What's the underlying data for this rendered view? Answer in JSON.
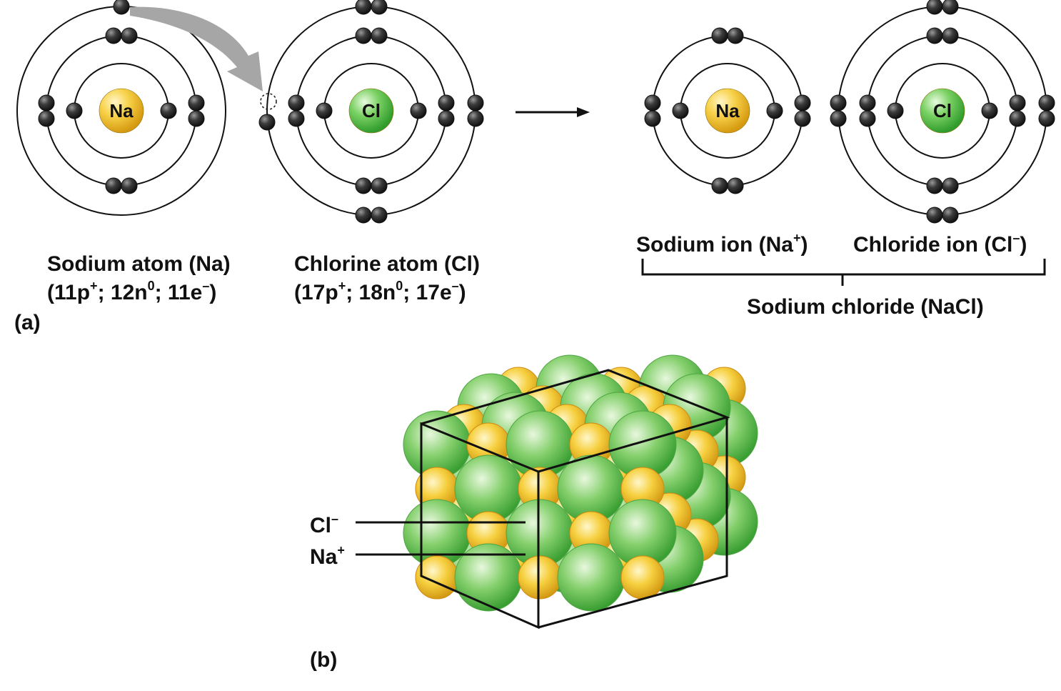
{
  "panel_a": {
    "label": "(a)",
    "sodium_atom": {
      "symbol": "Na",
      "name": "Sodium atom (Na)",
      "composition": {
        "protons": "11p",
        "neutrons": "; 12n",
        "electrons": "; 11e",
        "close": ")",
        "open": "("
      },
      "nucleus_color": "#f2c230",
      "shells": [
        2,
        8,
        1
      ]
    },
    "chlorine_atom": {
      "symbol": "Cl",
      "name": "Chlorine atom (Cl)",
      "composition": {
        "protons": "17p",
        "neutrons": "; 18n",
        "electrons": "; 17e",
        "close": ")",
        "open": "("
      },
      "nucleus_color": "#5ec24a",
      "shells": [
        2,
        8,
        7
      ]
    },
    "sodium_ion": {
      "symbol": "Na",
      "name_prefix": "Sodium ion (Na",
      "name_suffix": ")",
      "charge": "+"
    },
    "chloride_ion": {
      "symbol": "Cl",
      "name_prefix": "Chloride ion (Cl",
      "name_suffix": ")",
      "charge": "–"
    },
    "compound": "Sodium chloride (NaCl)",
    "sup_plus": "+",
    "sup_zero": "0",
    "sup_minus": "–"
  },
  "panel_b": {
    "label": "(b)",
    "cl_label": "Cl",
    "cl_charge": "–",
    "na_label": "Na",
    "na_charge": "+"
  },
  "colors": {
    "sodium": "#f2c230",
    "chlorine": "#5ec24a",
    "electron": "#3a3a3a",
    "transfer_arrow": "#a6a6a6"
  }
}
